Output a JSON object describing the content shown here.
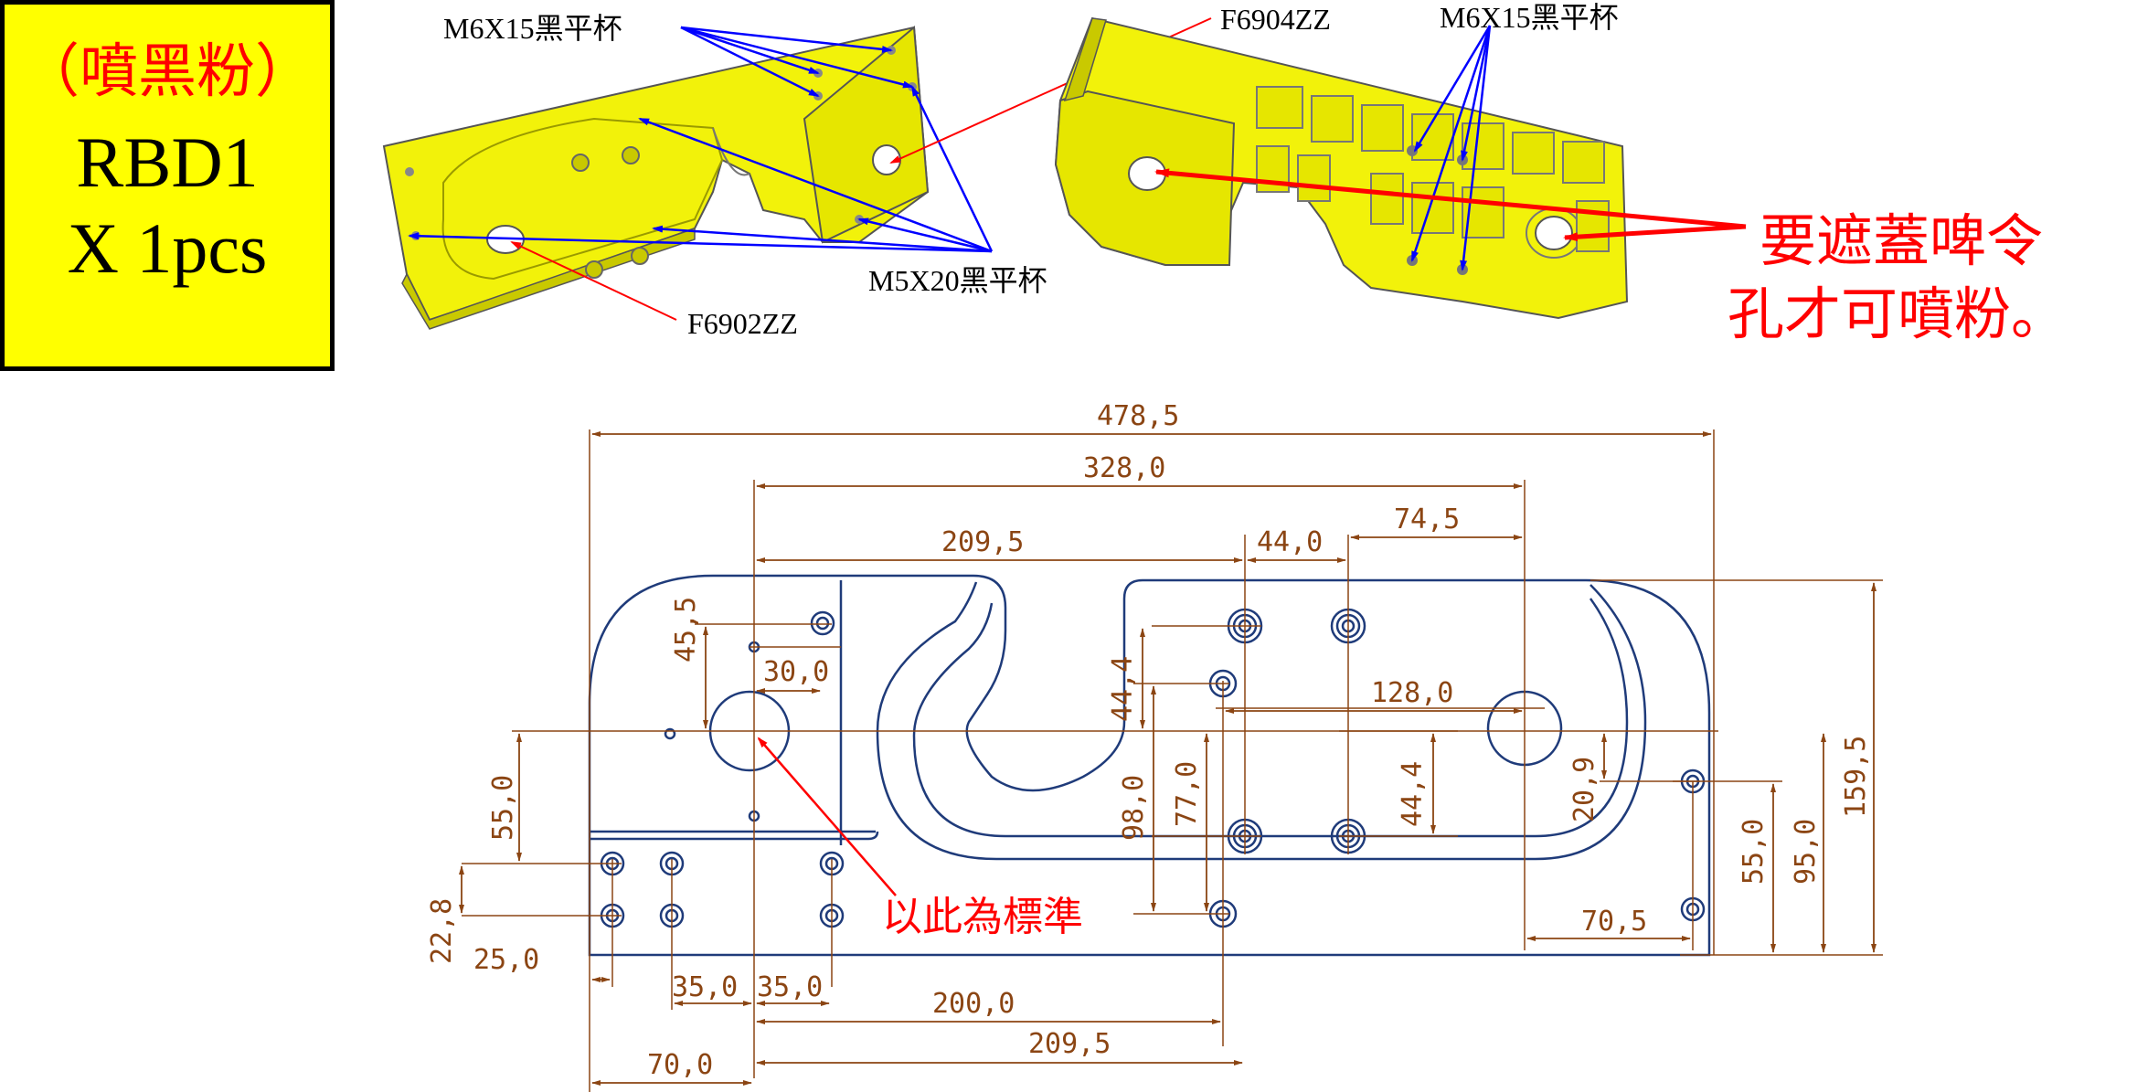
{
  "title_box": {
    "line1": "（噴黑粉）",
    "line2": "RBD1",
    "line3": "X 1pcs"
  },
  "callouts": {
    "left_screw_top": "M6X15黑平杯",
    "bearing_right": "F6904ZZ",
    "right_screw_top": "M6X15黑平杯",
    "left_screw_bottom": "M5X20黑平杯",
    "bearing_left": "F6902ZZ",
    "mask_note_line1": "要遮蓋啤令",
    "mask_note_line2": "孔才可噴粉。"
  },
  "drawing": {
    "reference_note": "以此為標準",
    "dimensions": {
      "overall_width": "478,5",
      "d328": "328,0",
      "d209_top": "209,5",
      "d44": "44,0",
      "d74": "74,5",
      "d45": "45,5",
      "d30": "30,0",
      "d44_vert_top": "44,4",
      "d128": "128,0",
      "d55_left": "55,0",
      "d98": "98,0",
      "d77": "77,0",
      "d44_vert_mid": "44,4",
      "d20": "20,9",
      "d159": "159,5",
      "d55_right": "55,0",
      "d95": "95,0",
      "d22": "22,8",
      "d25": "25,0",
      "d70_right": "70,5",
      "d35a": "35,0",
      "d35b": "35,0",
      "d200": "200,0",
      "d209_bottom": "209,5",
      "d70_bottom": "70,0"
    }
  },
  "colors": {
    "part_fill": "#f2f20a",
    "callout_blue": "#0000ff",
    "callout_red": "#ff0000",
    "outline_navy": "#1f3b7a",
    "dim_brown": "#8b4513",
    "title_bg": "#ffff00"
  }
}
